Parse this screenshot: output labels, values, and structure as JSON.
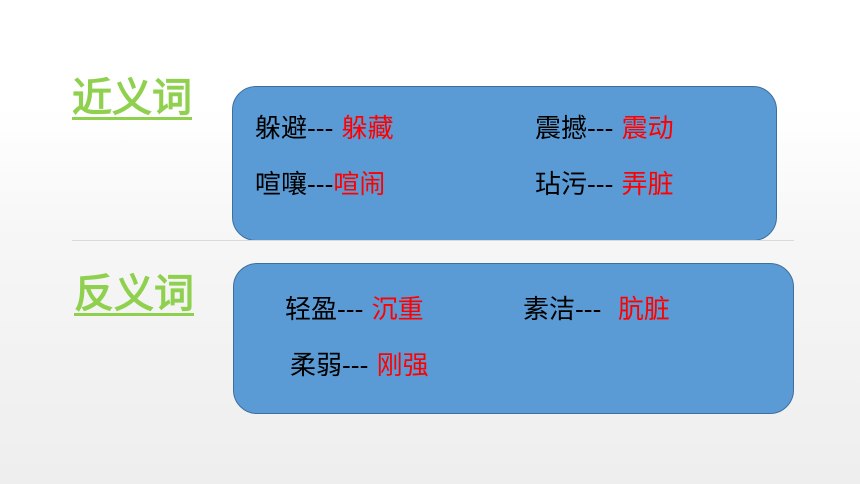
{
  "synonyms": {
    "title": "近义词",
    "pairs": [
      {
        "word": "躲避",
        "sep": "--- ",
        "answer": "躲藏"
      },
      {
        "word": "震撼",
        "sep": "--- ",
        "answer": "震动"
      },
      {
        "word": "喧嚷",
        "sep": "---",
        "answer": "喧闹"
      },
      {
        "word": "玷污",
        "sep": "--- ",
        "answer": "弄脏"
      }
    ]
  },
  "antonyms": {
    "title": "反义词",
    "pairs": [
      {
        "word": "轻盈",
        "sep": "--- ",
        "answer": "沉重"
      },
      {
        "word": "素洁",
        "sep": "---  ",
        "answer": "肮脏"
      },
      {
        "word": "柔弱",
        "sep": "--- ",
        "answer": "刚强"
      }
    ]
  },
  "colors": {
    "title_green": "#8fd14f",
    "box_blue": "#5b9bd5",
    "answer_red": "#ff0000"
  }
}
